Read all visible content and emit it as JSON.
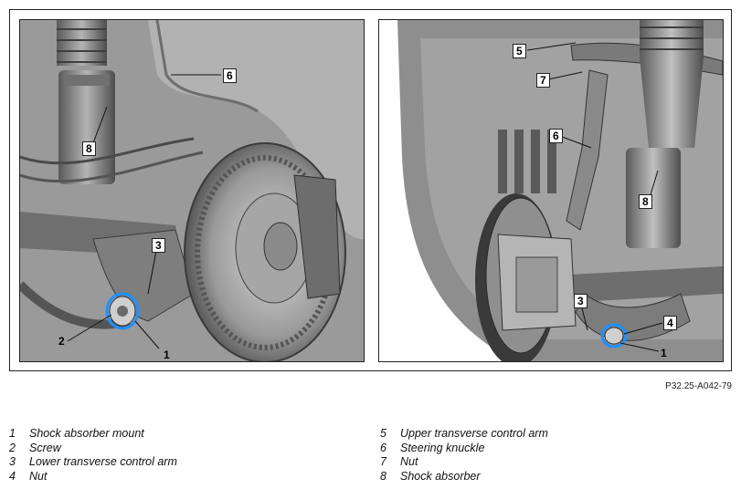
{
  "figure_ref": "P32.25-A042-79",
  "left_callouts": [
    "6",
    "8",
    "3",
    "2",
    "1"
  ],
  "right_callouts": [
    "5",
    "7",
    "6",
    "8",
    "3",
    "4",
    "1"
  ],
  "legend": [
    {
      "num": "1",
      "label": "Shock absorber mount"
    },
    {
      "num": "2",
      "label": "Screw"
    },
    {
      "num": "3",
      "label": "Lower transverse control arm"
    },
    {
      "num": "4",
      "label": "Nut"
    },
    {
      "num": "5",
      "label": "Upper transverse control arm"
    },
    {
      "num": "6",
      "label": "Steering knuckle"
    },
    {
      "num": "7",
      "label": "Nut"
    },
    {
      "num": "8",
      "label": "Shock absorber"
    }
  ],
  "colors": {
    "highlight": "#1e90ff",
    "line": "#111111"
  }
}
